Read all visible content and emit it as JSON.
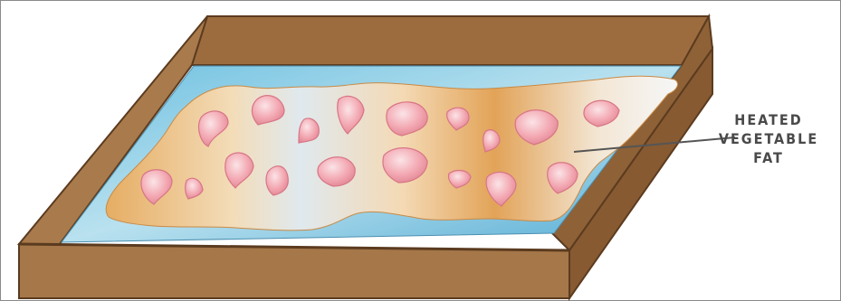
{
  "label": {
    "line1": "HEATED",
    "line2": "VEGETABLE",
    "line3": "FAT"
  },
  "colors": {
    "tray_wood": "#a57749",
    "tray_edge": "#5b3b1f",
    "liquid": "#5fb3d6",
    "fat": "#e1a35a",
    "petal": "#f2a8b2",
    "leader": "#555555"
  },
  "icons": [
    "petal-icon"
  ]
}
